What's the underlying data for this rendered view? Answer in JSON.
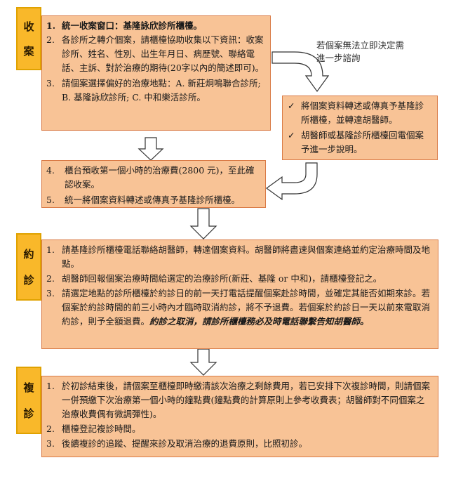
{
  "sections": {
    "intake": {
      "label": [
        "收",
        "案"
      ],
      "items": [
        {
          "num": "1.",
          "text": "統一收案窗口：基隆詠欣診所櫃檯。"
        },
        {
          "num": "2.",
          "text": "各診所之轉介個案，請櫃檯協助收集以下資訊：收案診所、姓名、性別、出生年月日、病歷號、聯絡電話、主訴、對於治療的期待(20字以內的簡述即可)。"
        },
        {
          "num": "3.",
          "text": "請個案選擇偏好的治療地點：A. 新莊炯鳴聯合診所; B. 基隆詠欣診所; C. 中和樂活診所。"
        }
      ]
    },
    "side_note": "若個案無法立即決定需進一步諮詢",
    "side_box": {
      "items": [
        {
          "mark": "✓",
          "text": "將個案資料轉述或傳真予基隆診所櫃檯，並轉達胡醫師。"
        },
        {
          "mark": "✓",
          "text": "胡醫師或基隆診所櫃檯回電個案予進一步說明。"
        }
      ]
    },
    "payment": {
      "items": [
        {
          "num": "4.",
          "text": "櫃台預收第一個小時的治療費(2800 元)，至此確認收案。"
        },
        {
          "num": "5.",
          "text": "統一將個案資料轉述或傳真予基隆診所櫃檯。"
        }
      ]
    },
    "appointment": {
      "label": [
        "約",
        "診"
      ],
      "items": [
        {
          "num": "1.",
          "text": "請基隆診所櫃檯電話聯絡胡醫師，轉達個案資料。胡醫師將盡速與個案連絡並約定治療時間及地點。"
        },
        {
          "num": "2.",
          "text": "胡醫師回報個案治療時間給選定的治療診所(新莊、基隆 or 中和)，請櫃檯登記之。"
        },
        {
          "num": "3.",
          "text": "請選定地點的診所櫃檯於約診日的前一天打電話提醒個案赴診時間，並確定其能否如期來診。若個案於約診時間的前三小時內才臨時取消約診，將不予退費。若個案於約診日一天以前來電取消約診，則予全額退費。",
          "emphasis": "約診之取消，請診所櫃檯務必及時電話聯繫告知胡醫師。"
        }
      ]
    },
    "followup": {
      "label": [
        "複",
        "診"
      ],
      "items": [
        {
          "num": "1.",
          "text": "於初診結束後，請個案至櫃檯即時繳清該次治療之剩餘費用，若已安排下次複診時間，則請個案一併預繳下次治療第一個小時的鐘點費(鐘點費的計算原則上參考收費表；胡醫師對不同個案之治療收費偶有微調彈性)。"
        },
        {
          "num": "2.",
          "text": "櫃檯登記複診時間。"
        },
        {
          "num": "3.",
          "text": "後續複診的追蹤、提醒來診及取消治療的退費原則，比照初診。"
        }
      ]
    }
  },
  "colors": {
    "box_fill": "#f8c396",
    "box_border": "#d97a45",
    "label_fill": "#fcd040",
    "label_border": "#e0a200"
  }
}
